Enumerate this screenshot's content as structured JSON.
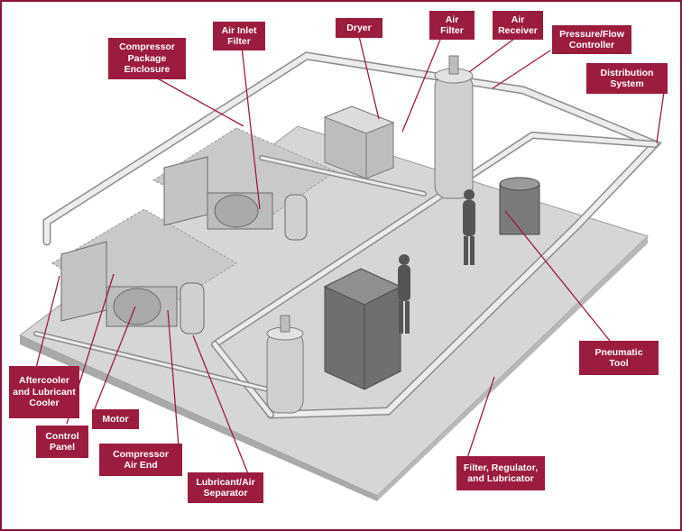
{
  "labels": {
    "compressor_package_enclosure": "Compressor\nPackage\nEnclosure",
    "air_inlet_filter": "Air Inlet\nFilter",
    "dryer": "Dryer",
    "air_filter": "Air\nFilter",
    "air_receiver": "Air\nReceiver",
    "pressure_flow_controller": "Pressure/Flow\nController",
    "distribution_system": "Distribution\nSystem",
    "pneumatic_tool": "Pneumatic\nTool",
    "aftercooler": "Aftercooler\nand Lubricant\nCooler",
    "motor": "Motor",
    "control_panel": "Control\nPanel",
    "compressor_air_end": "Compressor\nAir End",
    "lubricant_air_separator": "Lubricant/Air\nSeparator",
    "filter_regulator_lubricator": "Filter, Regulator,\nand Lubricator"
  },
  "colors": {
    "label_background": "#9b1c3f",
    "label_text": "#ffffff",
    "leader_line": "#9b1c3f",
    "floor": "#d6d6d6",
    "pipe": "#e8e8e8",
    "equipment": "#bdbdbd"
  }
}
